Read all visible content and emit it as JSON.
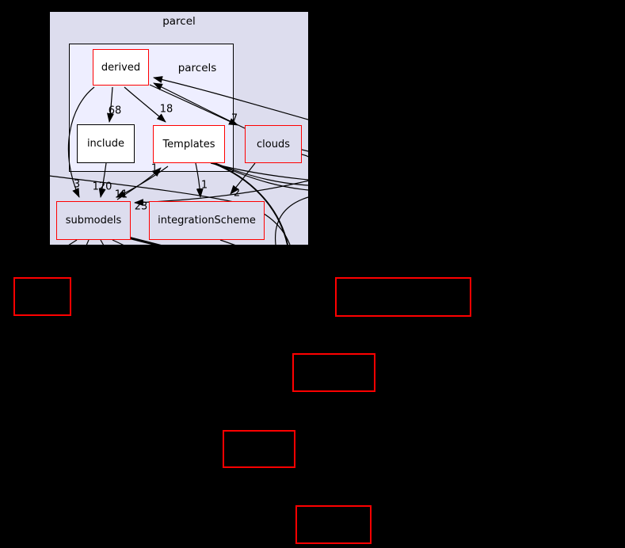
{
  "page": {
    "background_color": "#000000"
  },
  "colors": {
    "red_border": "#ff0000",
    "edge_color": "#000000",
    "outer_cluster_fill": "#ddddee",
    "inner_cluster_fill": "#eeeeff",
    "node_fill": "#ffffff",
    "text_color": "#000000"
  },
  "graph": {
    "outer_cluster_label": "parcel",
    "inner_cluster_label": "parcels",
    "nodes": {
      "derived": "derived",
      "include": "include",
      "templates": "Templates",
      "clouds": "clouds",
      "submodels": "submodels",
      "integration_scheme": "integrationScheme"
    },
    "edge_counts": {
      "derived_to_include": "68",
      "derived_to_templates": "18",
      "derived_to_clouds": "7",
      "derived_to_submodels": "3",
      "include_to_submodels": "120",
      "templates_to_submodels": "11",
      "clouds_to_submodels": "23",
      "submodels_to_templates": "1",
      "templates_to_integration_scheme": "1",
      "clouds_to_integration_scheme": "2"
    },
    "unlabeled_boxes": [
      "",
      "",
      "",
      "",
      ""
    ]
  }
}
